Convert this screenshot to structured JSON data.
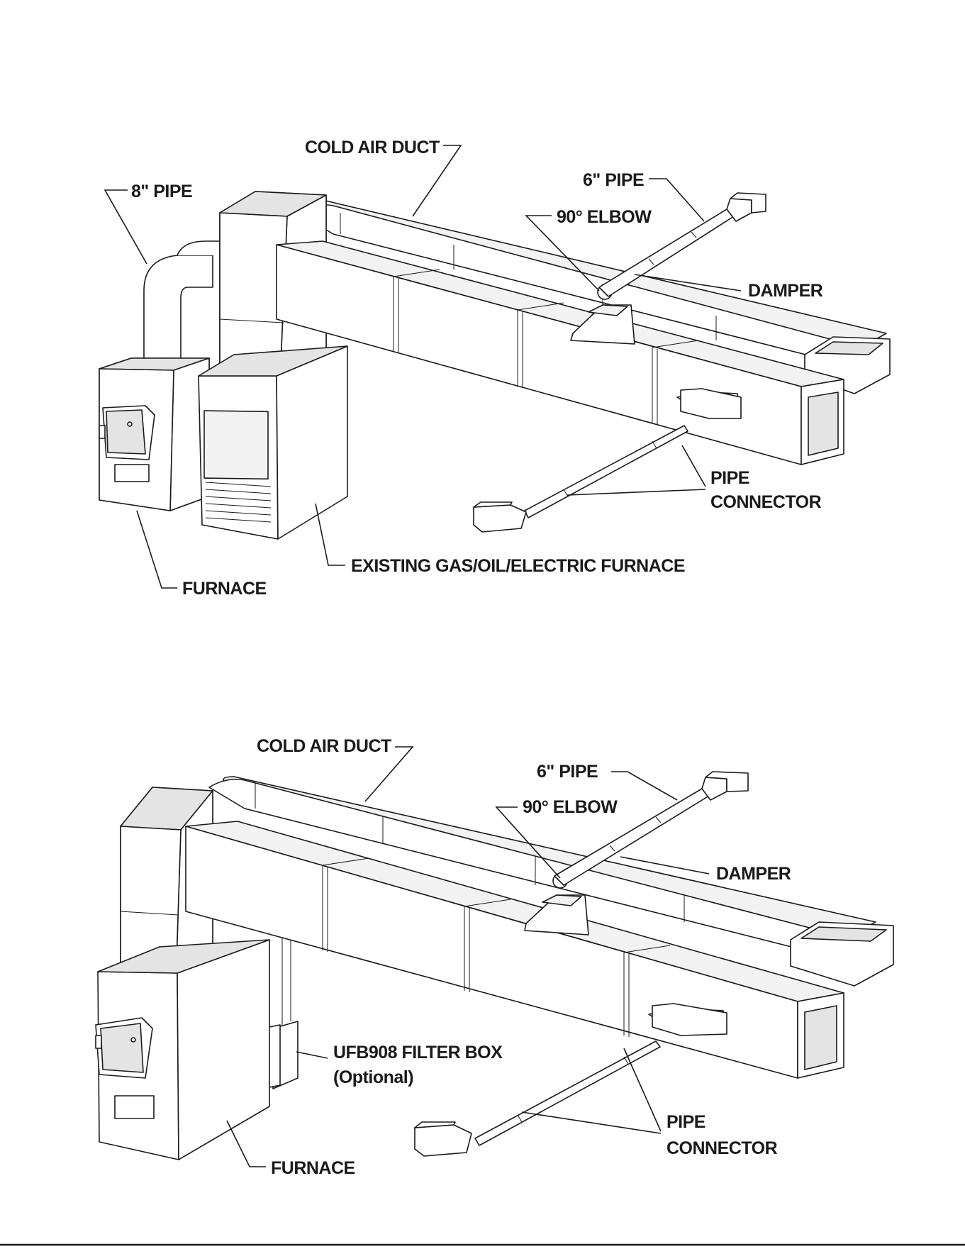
{
  "top_diagram": {
    "labels": {
      "cold_air_duct": "COLD AIR DUCT",
      "pipe_8in": "8\" PIPE",
      "pipe_6in": "6\" PIPE",
      "elbow_90": "90° ELBOW",
      "damper": "DAMPER",
      "pipe_connector_line1": "PIPE",
      "pipe_connector_line2": "CONNECTOR",
      "existing_furnace": "EXISTING GAS/OIL/ELECTRIC FURNACE",
      "furnace": "FURNACE"
    }
  },
  "bottom_diagram": {
    "labels": {
      "cold_air_duct": "COLD AIR DUCT",
      "pipe_6in": "6\" PIPE",
      "elbow_90": "90° ELBOW",
      "damper": "DAMPER",
      "filter_box_line1": "UFB908 FILTER BOX",
      "filter_box_line2": "(Optional)",
      "pipe_connector_line1": "PIPE",
      "pipe_connector_line2": "CONNECTOR",
      "furnace": "FURNACE"
    }
  }
}
